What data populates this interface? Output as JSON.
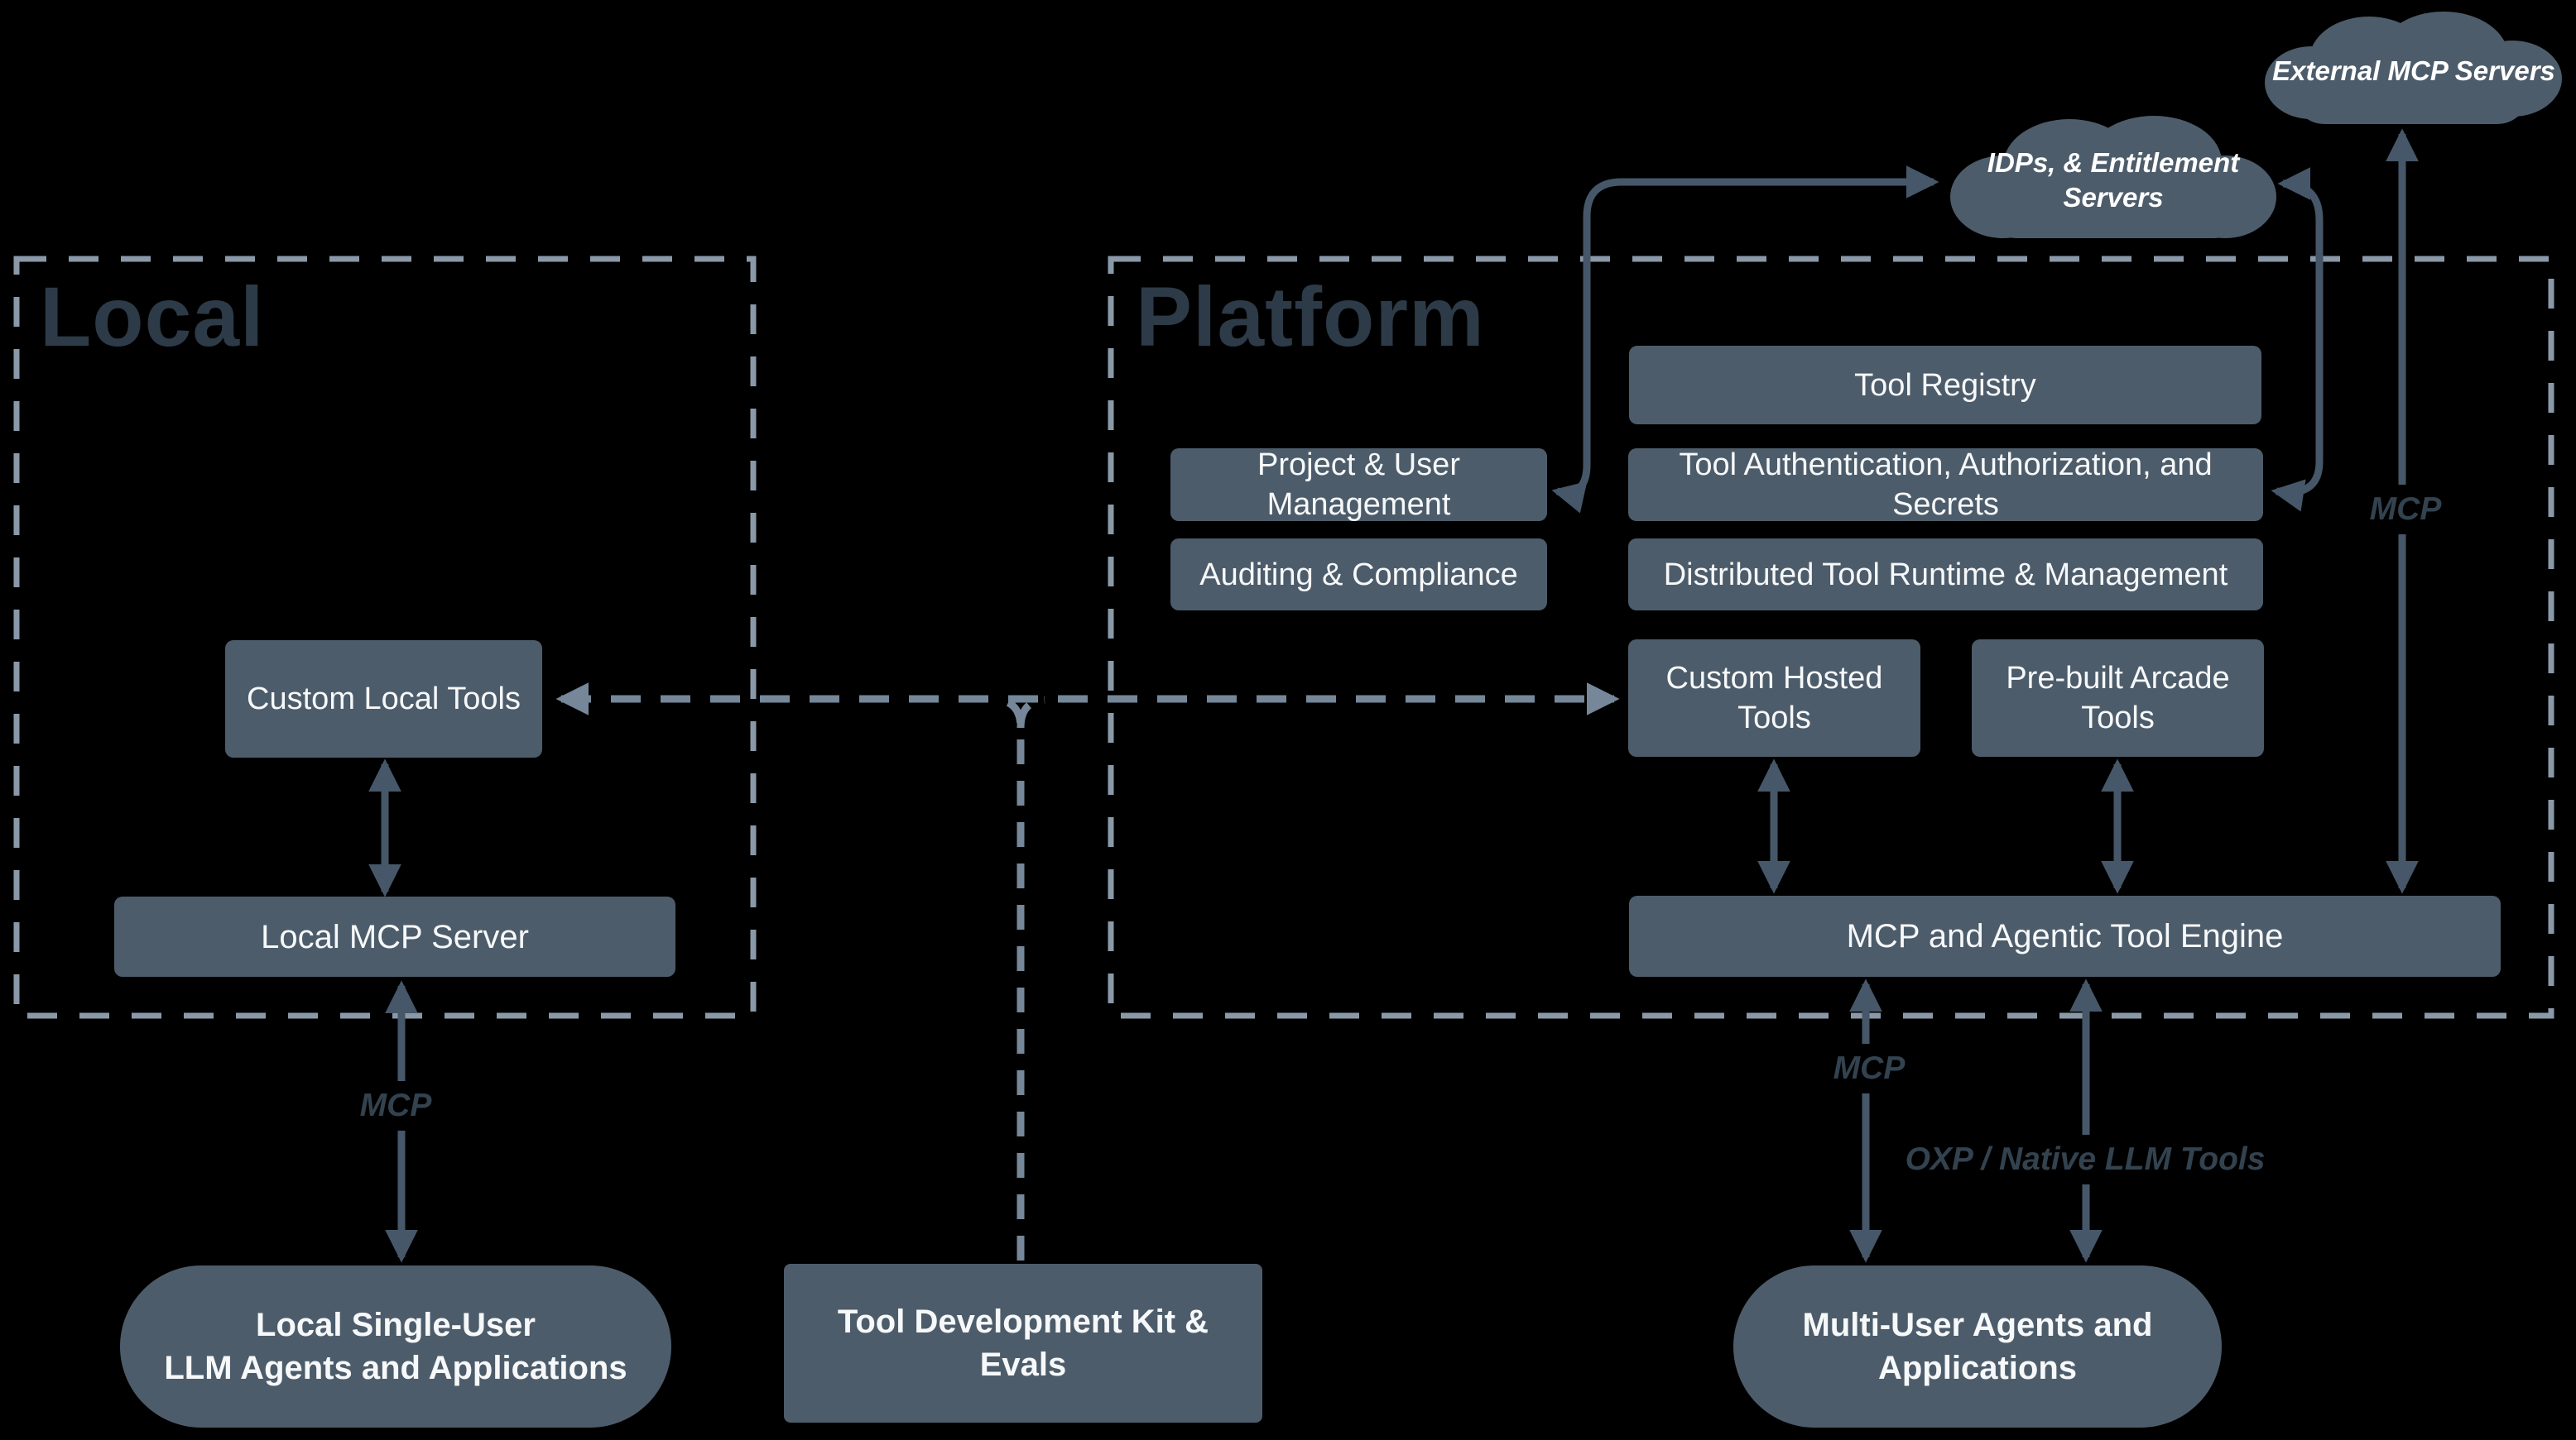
{
  "diagram": {
    "local": {
      "title": "Local",
      "boxes": {
        "custom_local_tools": "Custom Local Tools",
        "local_mcp_server": "Local MCP Server"
      }
    },
    "platform": {
      "title": "Platform",
      "boxes": {
        "tool_registry": "Tool Registry",
        "project_user_management": "Project & User Management",
        "tool_auth": "Tool Authentication, Authorization, and Secrets",
        "auditing_compliance": "Auditing & Compliance",
        "distributed_runtime": "Distributed Tool Runtime & Management",
        "custom_hosted_tools": "Custom Hosted Tools",
        "prebuilt_arcade_tools": "Pre-built Arcade Tools",
        "mcp_engine": "MCP and Agentic Tool Engine"
      }
    },
    "clouds": {
      "external_mcp": "External MCP Servers",
      "idp_line1": "IDPs, & Entitlement",
      "idp_line2": "Servers"
    },
    "bottom": {
      "local_agents_line1": "Local Single-User",
      "local_agents_line2": "LLM Agents and Applications",
      "tdk": "Tool Development Kit & Evals",
      "multi_user_line1": "Multi-User Agents and",
      "multi_user_line2": "Applications"
    },
    "edge_labels": {
      "local_mcp": "MCP",
      "external_mcp": "MCP",
      "engine_mcp": "MCP",
      "engine_oxp": "OXP / Native LLM Tools"
    },
    "colors": {
      "background": "#000000",
      "node_fill": "#4d5c6a",
      "node_text": "#ffffff",
      "region_title": "#2d3a47",
      "solid_connector": "#465769",
      "dashed_connector": "#758799",
      "region_border": "#8a99a8",
      "edge_label_text": "#33424f"
    }
  }
}
